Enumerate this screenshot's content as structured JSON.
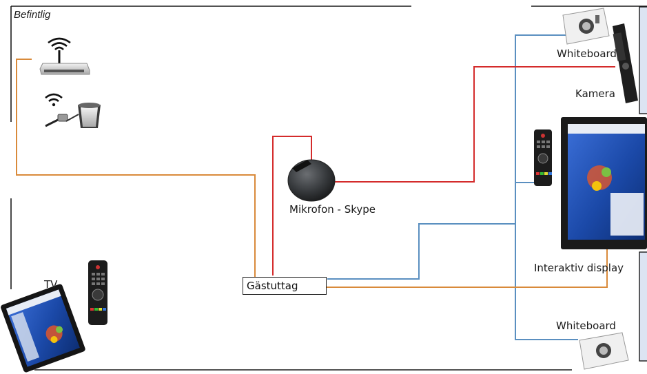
{
  "labels": {
    "existing": "Befintlig",
    "tv": "TV",
    "outlet": "Gästuttag",
    "microphone": "Mikrofon - Skype",
    "whiteboard_top": "Whiteboard",
    "camera": "Kamera",
    "interactive_display": "Interaktiv display",
    "whiteboard_bottom": "Whiteboard"
  },
  "colors": {
    "cable_audio": "#d42b2b",
    "cable_video": "#d98a3a",
    "cable_usb": "#5a8fc0",
    "wall": "#1a1a1a",
    "panel": "#dce4f2"
  },
  "icons": [
    "wifi-icon",
    "wireless-router-icon",
    "wireless-presenter-icon",
    "remote-control-icon",
    "conference-microphone-icon",
    "projector-icon",
    "webcam-icon",
    "tablet-tv-icon",
    "interactive-display-icon"
  ]
}
